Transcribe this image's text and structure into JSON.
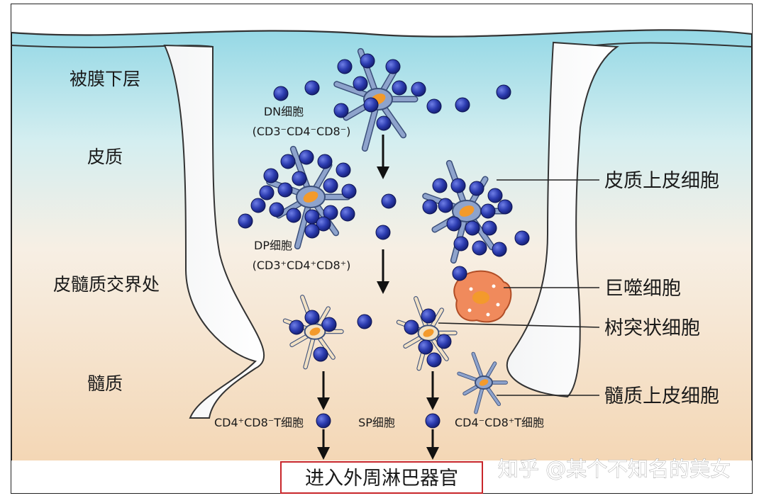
{
  "regions": {
    "subcapsular": "被膜下层",
    "cortex": "皮质",
    "corticomedullary": "皮髓质交界处",
    "medulla": "髓质"
  },
  "cells": {
    "dn_name": "DN细胞",
    "dn_marker": "(CD3⁻CD4⁻CD8⁻)",
    "dp_name": "DP细胞",
    "dp_marker": "(CD3⁺CD4⁺CD8⁺)",
    "cd4_single": "CD4⁺CD8⁻T细胞",
    "sp": "SP细胞",
    "cd8_single": "CD4⁻CD8⁺T细胞"
  },
  "callouts": {
    "cortical_epithelial": "皮质上皮细胞",
    "macrophage": "巨噬细胞",
    "dendritic": "树突状细胞",
    "medullary_epithelial": "髓质上皮细胞"
  },
  "exit_label": "进入外周淋巴器官",
  "watermark": "知乎 @某个不知名的美女",
  "colors": {
    "thymocyte": "#2c3cb0",
    "epithelial_cell": "#8ea3cc",
    "cell_nucleus": "#f39a2c",
    "macrophage": "#f08a5c",
    "exit_box_border": "#c8262a"
  }
}
